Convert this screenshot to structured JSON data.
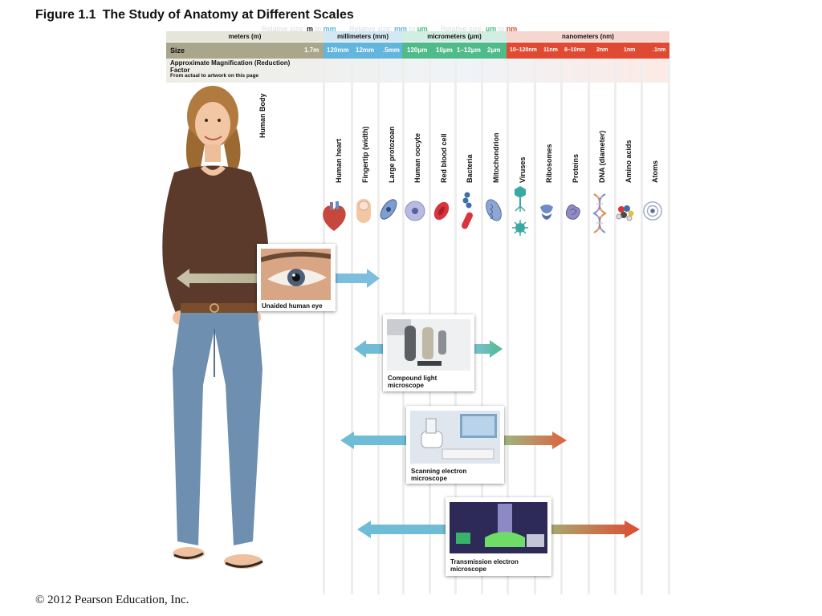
{
  "title": {
    "label": "Figure 1.1",
    "text": "The Study of Anatomy at Different Scales"
  },
  "relative_size": {
    "prefix": "Relative size:",
    "groups": [
      {
        "text": "m to mm",
        "a": "m",
        "b": "mm"
      },
      {
        "text": "mm to µm",
        "a": "mm",
        "b": "µm"
      },
      {
        "text": "µm to nm",
        "a": "µm",
        "b": "nm"
      }
    ]
  },
  "unit_headers": [
    {
      "label": "meters (m)",
      "color": "#e6e5da"
    },
    {
      "label": "millimeters (mm)",
      "color": "#d4e8f3"
    },
    {
      "label": "micrometers (μm)",
      "color": "#d2ede1"
    },
    {
      "label": "nanometers (nm)",
      "color": "#f6d7cf"
    }
  ],
  "size_row": {
    "label": "Size",
    "values": [
      "1.7m",
      "120mm",
      "12mm",
      ".5mm",
      "120μm",
      "10μm",
      "1–12μm",
      "2μm",
      "10–120nm",
      "11nm",
      "8–10nm",
      "2nm",
      "1nm",
      ".1nm"
    ]
  },
  "magnification": {
    "label": "Approximate Magnification (Reduction) Factor",
    "sublabel": "From actual to artwork on this page"
  },
  "objects": [
    "Human Body",
    "Human heart",
    "Fingertip (width)",
    "Large protozoan",
    "Human oocyte",
    "Red blood cell",
    "Bacteria",
    "Mitochondrion",
    "Viruses",
    "Ribosomes",
    "Proteins",
    "DNA (diameter)",
    "Amino acids",
    "Atoms"
  ],
  "icons": [
    "heart-icon",
    "fingertip-icon",
    "protozoan-icon",
    "oocyte-icon",
    "red-blood-cell-icon",
    "bacteria-icon",
    "mitochondrion-icon",
    "virus-icon",
    "ribosome-icon",
    "protein-icon",
    "dna-icon",
    "amino-acid-icon",
    "atom-icon"
  ],
  "instruments": [
    {
      "caption": "Unaided human eye"
    },
    {
      "caption": "Compound light microscope"
    },
    {
      "caption": "Scanning electron microscope"
    },
    {
      "caption": "Transmission electron microscope"
    }
  ],
  "colors": {
    "meters": "#aaa68c",
    "millimeters": "#62b5dc",
    "micrometers": "#4fbb8a",
    "nanometers": "#e04a32"
  },
  "copyright": "© 2012 Pearson Education, Inc."
}
